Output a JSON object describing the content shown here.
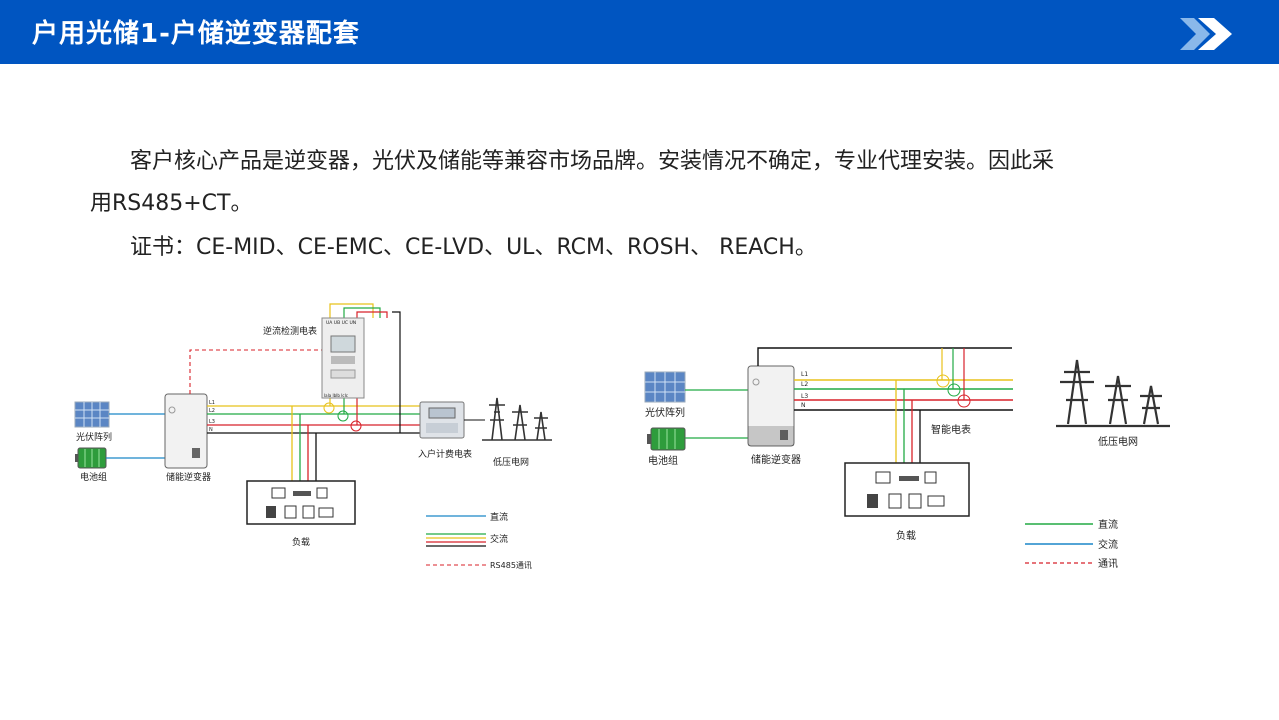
{
  "header": {
    "title": "户用光储1-户储逆变器配套",
    "accent": "#0055c1"
  },
  "body": {
    "line1": "客户核心产品是逆变器，光伏及储能等兼容市场品牌。安装情况不确定，专业代理安装。因此采",
    "line2": "用RS485+CT。",
    "line3": "证书：CE-MID、CE-EMC、CE-LVD、UL、RCM、ROSH、 REACH。"
  },
  "diagram_left": {
    "meter_title": "逆流检测电表",
    "meter_terminals": "UA UB UC UN",
    "meter_bottom": "IaIa  IbIb  IcIc",
    "pv": "光伏阵列",
    "battery": "电池组",
    "inverter": "储能逆变器",
    "household_meter": "入户计费电表",
    "grid": "低压电网",
    "load": "负载",
    "lines": [
      "L1",
      "L2",
      "L3",
      "N"
    ],
    "legend": {
      "dc": "直流",
      "ac": "交流",
      "comm": "RS485通讯"
    }
  },
  "diagram_right": {
    "pv": "光伏阵列",
    "battery": "电池组",
    "inverter": "储能逆变器",
    "smart_meter": "智能电表",
    "grid": "低压电网",
    "load": "负载",
    "lines": [
      "L1",
      "L2",
      "L3",
      "N"
    ],
    "legend": {
      "dc": "直流",
      "ac": "交流",
      "comm": "通讯"
    }
  },
  "colors": {
    "dc_line": "#1a86c8",
    "green_line": "#22aa44",
    "yellow_line": "#e8c21a",
    "red_line": "#d8222a",
    "black_line": "#111111",
    "comm_line": "#d8222a"
  }
}
